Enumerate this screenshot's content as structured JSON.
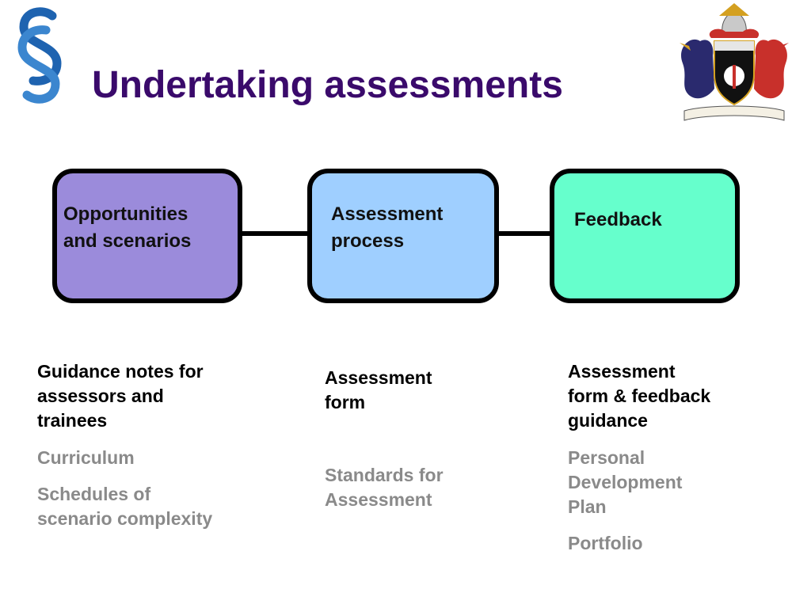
{
  "title": "Undertaking assessments",
  "colors": {
    "title": "#3a0a6b",
    "box1": "#9b8bdb",
    "box2": "#9fcfff",
    "box3": "#66ffcc",
    "muted": "#8a8a8a"
  },
  "boxes": [
    {
      "line1": "Opportunities",
      "line2": "and scenarios"
    },
    {
      "line1": "Assessment",
      "line2": "process"
    },
    {
      "line1": "Feedback"
    }
  ],
  "columns": [
    {
      "primary": [
        "Guidance notes for",
        "assessors and",
        "trainees"
      ],
      "secondary_1": [
        "Curriculum"
      ],
      "secondary_2": [
        "Schedules of",
        "scenario complexity"
      ]
    },
    {
      "primary": [
        "Assessment",
        "form"
      ],
      "secondary_1": [
        "Standards for",
        "Assessment"
      ]
    },
    {
      "primary": [
        "Assessment",
        "form & feedback",
        "guidance"
      ],
      "secondary_1": [
        "Personal",
        "Development",
        "Plan"
      ],
      "secondary_2": [
        "Portfolio"
      ]
    }
  ],
  "icons": {
    "logo": "section-sign-logo",
    "crest": "coat-of-arms-crest"
  }
}
